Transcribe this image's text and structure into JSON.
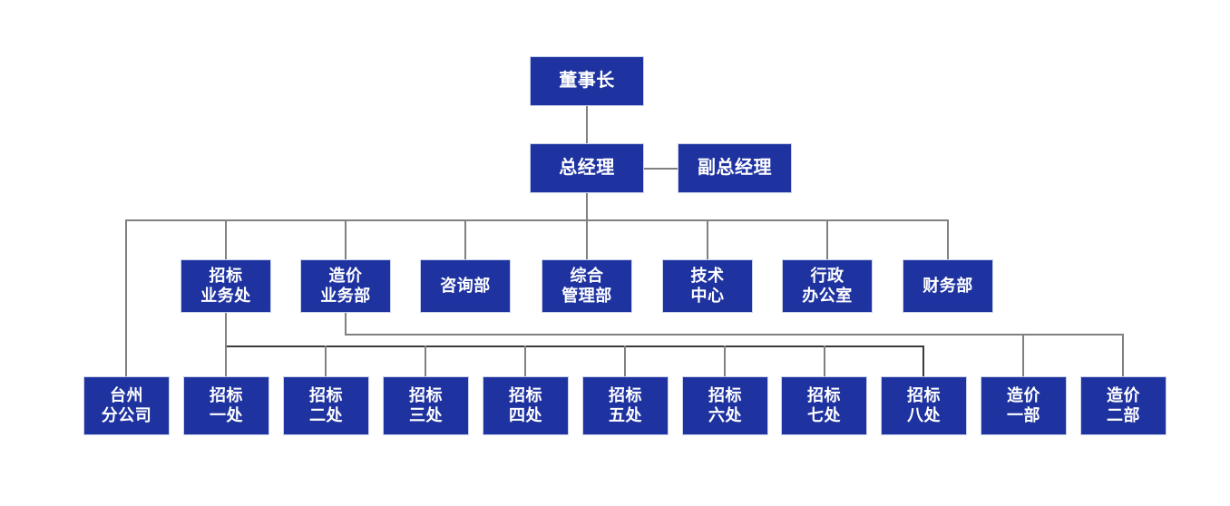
{
  "diagram": {
    "type": "org-chart",
    "title": "",
    "theme": {
      "node_fill": "#1F33A0",
      "node_border": "#c9d2ea",
      "node_text": "#ffffff",
      "connector": "#808080",
      "connector_dark": "#3a3a3a",
      "background": "#ffffff"
    },
    "levels": {
      "level1": {
        "label": "董事长"
      },
      "level2": {
        "label": "总经理"
      },
      "level2_side": {
        "label": "副总经理"
      },
      "level3": [
        {
          "label": "招标\n业务处"
        },
        {
          "label": "造价\n业务部"
        },
        {
          "label": "咨询部"
        },
        {
          "label": "综合\n管理部"
        },
        {
          "label": "技术\n中心"
        },
        {
          "label": "行政\n办公室"
        },
        {
          "label": "财务部"
        }
      ],
      "level4": [
        {
          "label": "台州\n分公司"
        },
        {
          "label": "招标\n一处"
        },
        {
          "label": "招标\n二处"
        },
        {
          "label": "招标\n三处"
        },
        {
          "label": "招标\n四处"
        },
        {
          "label": "招标\n五处"
        },
        {
          "label": "招标\n六处"
        },
        {
          "label": "招标\n七处"
        },
        {
          "label": "招标\n八处"
        },
        {
          "label": "造价\n一部"
        },
        {
          "label": "造价\n二部"
        }
      ]
    }
  }
}
